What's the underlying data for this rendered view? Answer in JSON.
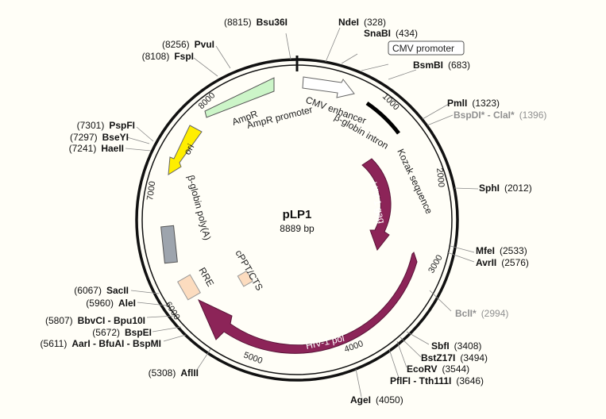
{
  "plasmid": {
    "name": "pLP1",
    "size_label": "8889 bp",
    "length": 8889
  },
  "ticks": [
    "1000",
    "2000",
    "3000",
    "4000",
    "5000",
    "6000",
    "7000",
    "8000"
  ],
  "sites": [
    {
      "name": "Bsu36I",
      "pos": "(8815)"
    },
    {
      "name": "NdeI",
      "pos": "(328)"
    },
    {
      "name": "SnaBI",
      "pos": "(434)"
    },
    {
      "name": "CMV promoter",
      "pos": ""
    },
    {
      "name": "BsmBI",
      "pos": "(683)"
    },
    {
      "name": "PmlI",
      "pos": "(1323)"
    },
    {
      "name": "BspDI* - ClaI*",
      "pos": "(1396)"
    },
    {
      "name": "SphI",
      "pos": "(2012)"
    },
    {
      "name": "MfeI",
      "pos": "(2533)"
    },
    {
      "name": "AvrII",
      "pos": "(2576)"
    },
    {
      "name": "BclI*",
      "pos": "(2994)"
    },
    {
      "name": "SbfI",
      "pos": "(3408)"
    },
    {
      "name": "BstZ17I",
      "pos": "(3494)"
    },
    {
      "name": "EcoRV",
      "pos": "(3544)"
    },
    {
      "name": "PflFI - Tth111I",
      "pos": "(3646)"
    },
    {
      "name": "AgeI",
      "pos": "(4050)"
    },
    {
      "name": "AflII",
      "pos": "(5308)"
    },
    {
      "name": "AarI - BfuAI - BspMI",
      "pos": "(5611)"
    },
    {
      "name": "BspEI",
      "pos": "(5672)"
    },
    {
      "name": "BbvCI - Bpu10I",
      "pos": "(5807)"
    },
    {
      "name": "AleI",
      "pos": "(5960)"
    },
    {
      "name": "SacII",
      "pos": "(6067)"
    },
    {
      "name": "HaeII",
      "pos": "(7241)"
    },
    {
      "name": "BseYI",
      "pos": "(7297)"
    },
    {
      "name": "PspFI",
      "pos": "(7301)"
    },
    {
      "name": "FspI",
      "pos": "(8108)"
    },
    {
      "name": "PvuI",
      "pos": "(8256)"
    }
  ],
  "features": {
    "amp_r": "AmpR",
    "amp_r_promoter": "AmpR promoter",
    "cmv_enhancer": "CMV enhancer",
    "beta_globin_intron": "β-globin intron",
    "kozak": "Kozak sequence",
    "ori": "ori",
    "hiv1_gag": "HIV-1 gag",
    "hiv1_pol": "HIV-1 pol",
    "beta_globin_polya": "β-globin poly(A)",
    "rre": "RRE",
    "cppt_cts": "cPPT/CTS"
  },
  "colors": {
    "background": "#fffef7",
    "backbone": "#111111",
    "hiv": "#8c2458",
    "ampr": "#ccf5c8",
    "ori": "#ffee00",
    "polya": "#9da4ad",
    "rre": "#fcdcbf",
    "cmv": "#ffffff",
    "intron": "#000000",
    "grey_site": "#909090"
  }
}
